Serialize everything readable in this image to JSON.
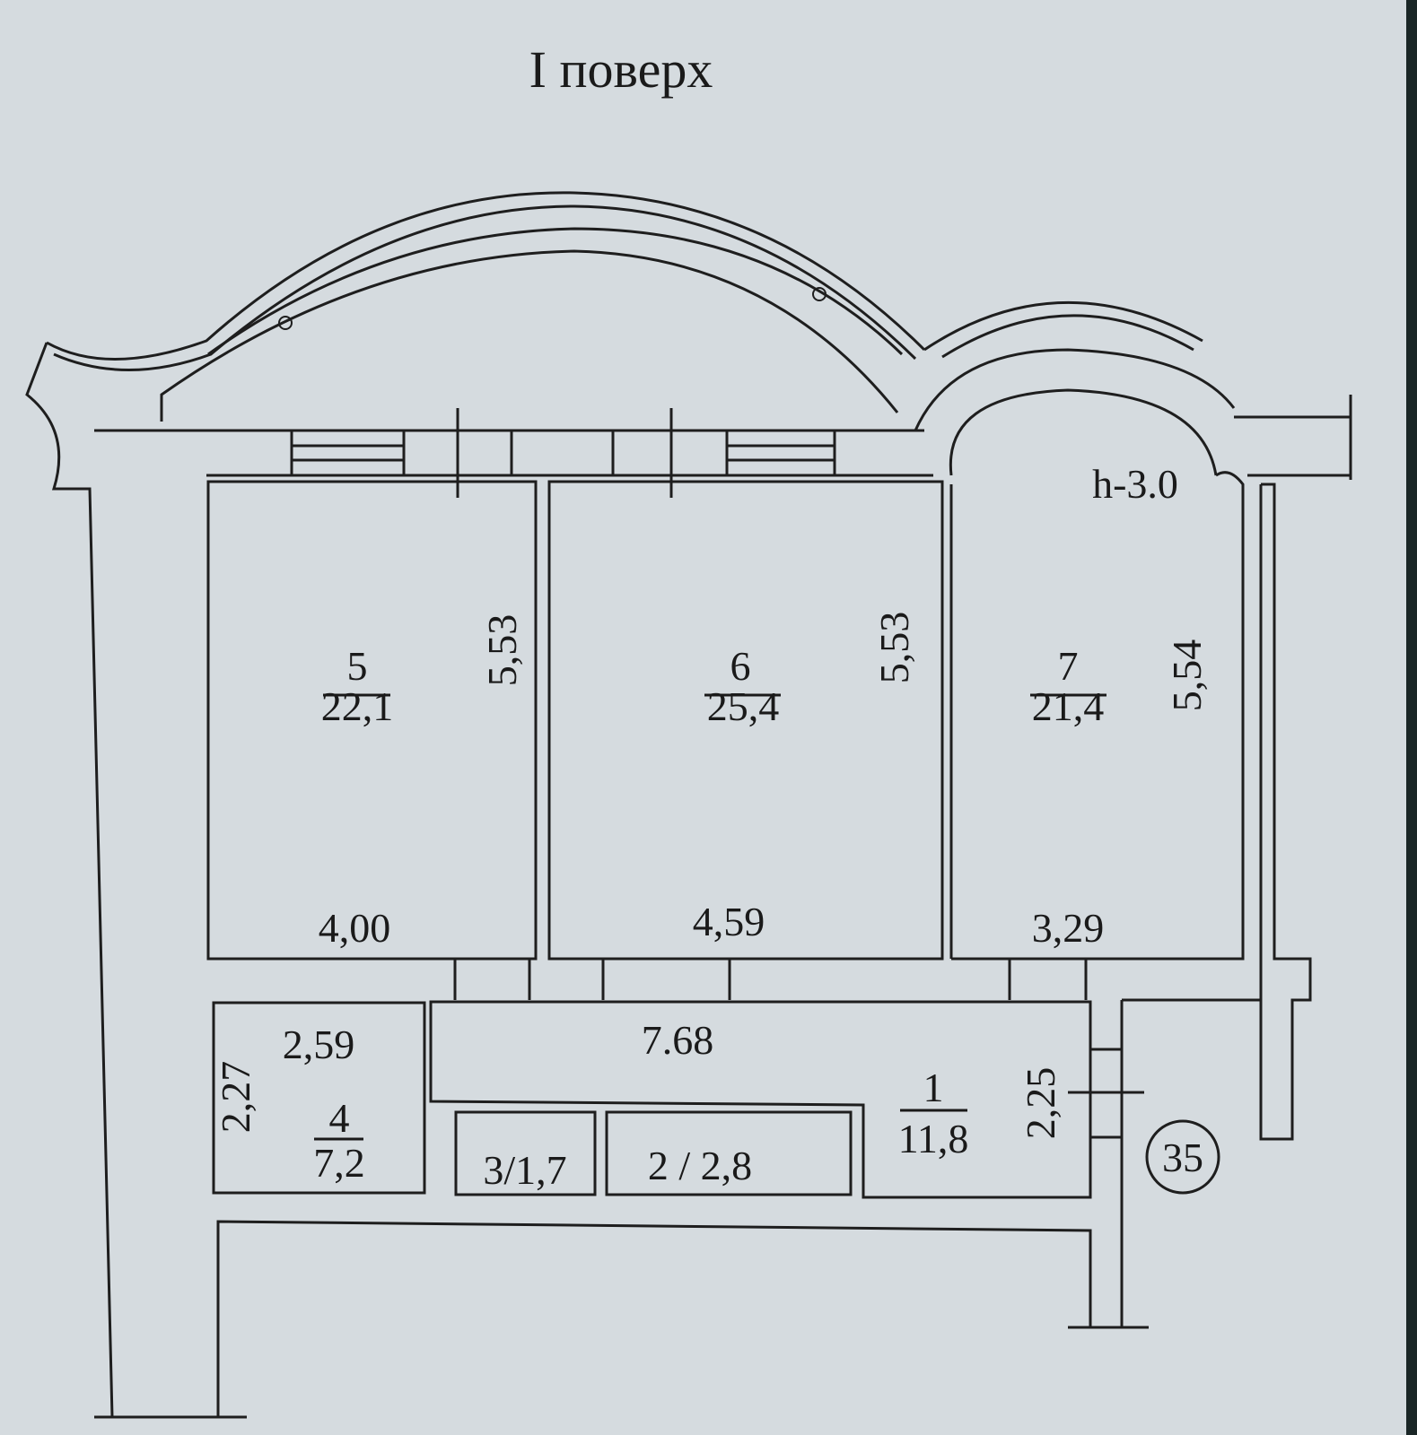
{
  "title": "I поверх",
  "height_note": "h-3.0",
  "apartment_number": "35",
  "rooms": [
    {
      "number": "5",
      "area": "22,1",
      "width": "4,00",
      "length": "5,53"
    },
    {
      "number": "6",
      "area": "25,4",
      "width": "4,59",
      "length": "5,53"
    },
    {
      "number": "7",
      "area": "21,4",
      "width": "3,29",
      "length": "5,54"
    },
    {
      "number": "1",
      "area": "11,8",
      "width": "7.68",
      "length": "2,25"
    },
    {
      "number": "4",
      "area": "7,2",
      "width": "2,59",
      "length": "2,27"
    },
    {
      "label": "3/1,7"
    },
    {
      "label": "2 / 2,8"
    }
  ]
}
